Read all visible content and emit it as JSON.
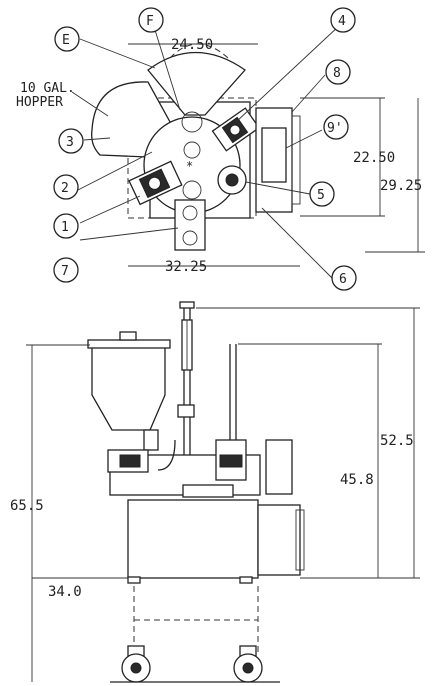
{
  "top_view": {
    "hopper_label_line1": "10 GAL.",
    "hopper_label_line2": "HOPPER",
    "dim_width_top": "24.50",
    "dim_width_bottom": "32.25",
    "dim_depth_inner": "22.50",
    "dim_depth_outer": "29.25",
    "callouts": [
      "1",
      "2",
      "3",
      "4",
      "5",
      "6",
      "7",
      "8",
      "9'",
      "E",
      "F"
    ]
  },
  "side_view": {
    "dim_total_height": "65.5",
    "dim_base_height": "34.0",
    "dim_column_height": "52.5",
    "dim_mid_height": "45.8"
  }
}
